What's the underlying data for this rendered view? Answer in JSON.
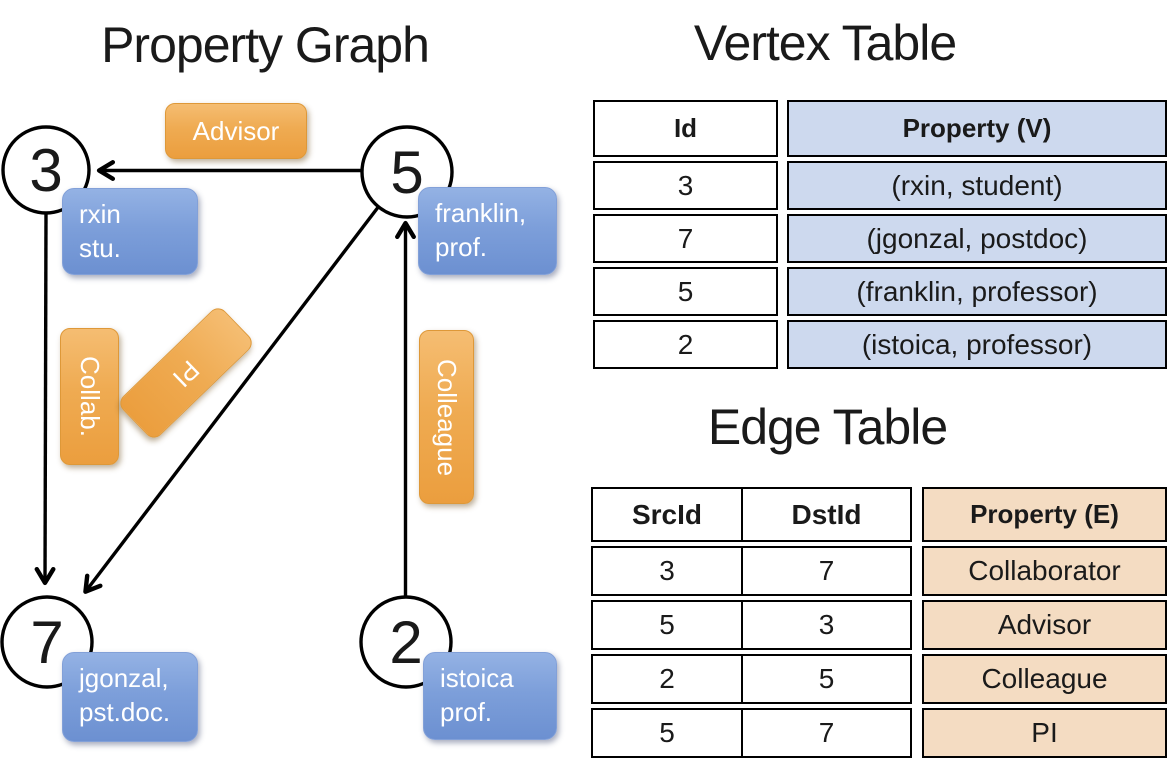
{
  "left_panel": {
    "title": "Property Graph",
    "nodes": [
      {
        "id": "3"
      },
      {
        "id": "5"
      },
      {
        "id": "7"
      },
      {
        "id": "2"
      }
    ],
    "node_boxes": [
      {
        "line1": "rxin",
        "line2": "stu."
      },
      {
        "line1": "franklin,",
        "line2": "prof."
      },
      {
        "line1": "jgonzal,",
        "line2": "pst.doc."
      },
      {
        "line1": "istoica",
        "line2": "prof."
      }
    ],
    "edge_labels": {
      "advisor": "Advisor",
      "collab": "Collab.",
      "pi": "PI",
      "colleague": "Colleague"
    }
  },
  "vertex_table": {
    "title": "Vertex Table",
    "headers": {
      "id": "Id",
      "property": "Property (V)"
    },
    "rows": [
      {
        "id": "3",
        "property": "(rxin, student)"
      },
      {
        "id": "7",
        "property": "(jgonzal, postdoc)"
      },
      {
        "id": "5",
        "property": "(franklin, professor)"
      },
      {
        "id": "2",
        "property": "(istoica, professor)"
      }
    ]
  },
  "edge_table": {
    "title": "Edge Table",
    "headers": {
      "src": "SrcId",
      "dst": "DstId",
      "property": "Property (E)"
    },
    "rows": [
      {
        "src": "3",
        "dst": "7",
        "property": "Collaborator"
      },
      {
        "src": "5",
        "dst": "3",
        "property": "Advisor"
      },
      {
        "src": "2",
        "dst": "5",
        "property": "Colleague"
      },
      {
        "src": "5",
        "dst": "7",
        "property": "PI"
      }
    ]
  },
  "colors": {
    "edge_label_orange": "#eca03e",
    "node_box_blue": "#6c90d1",
    "vertex_cell_blue": "#cdd9ee",
    "edge_cell_tan": "#f4dcc2",
    "line_black": "#000000"
  }
}
